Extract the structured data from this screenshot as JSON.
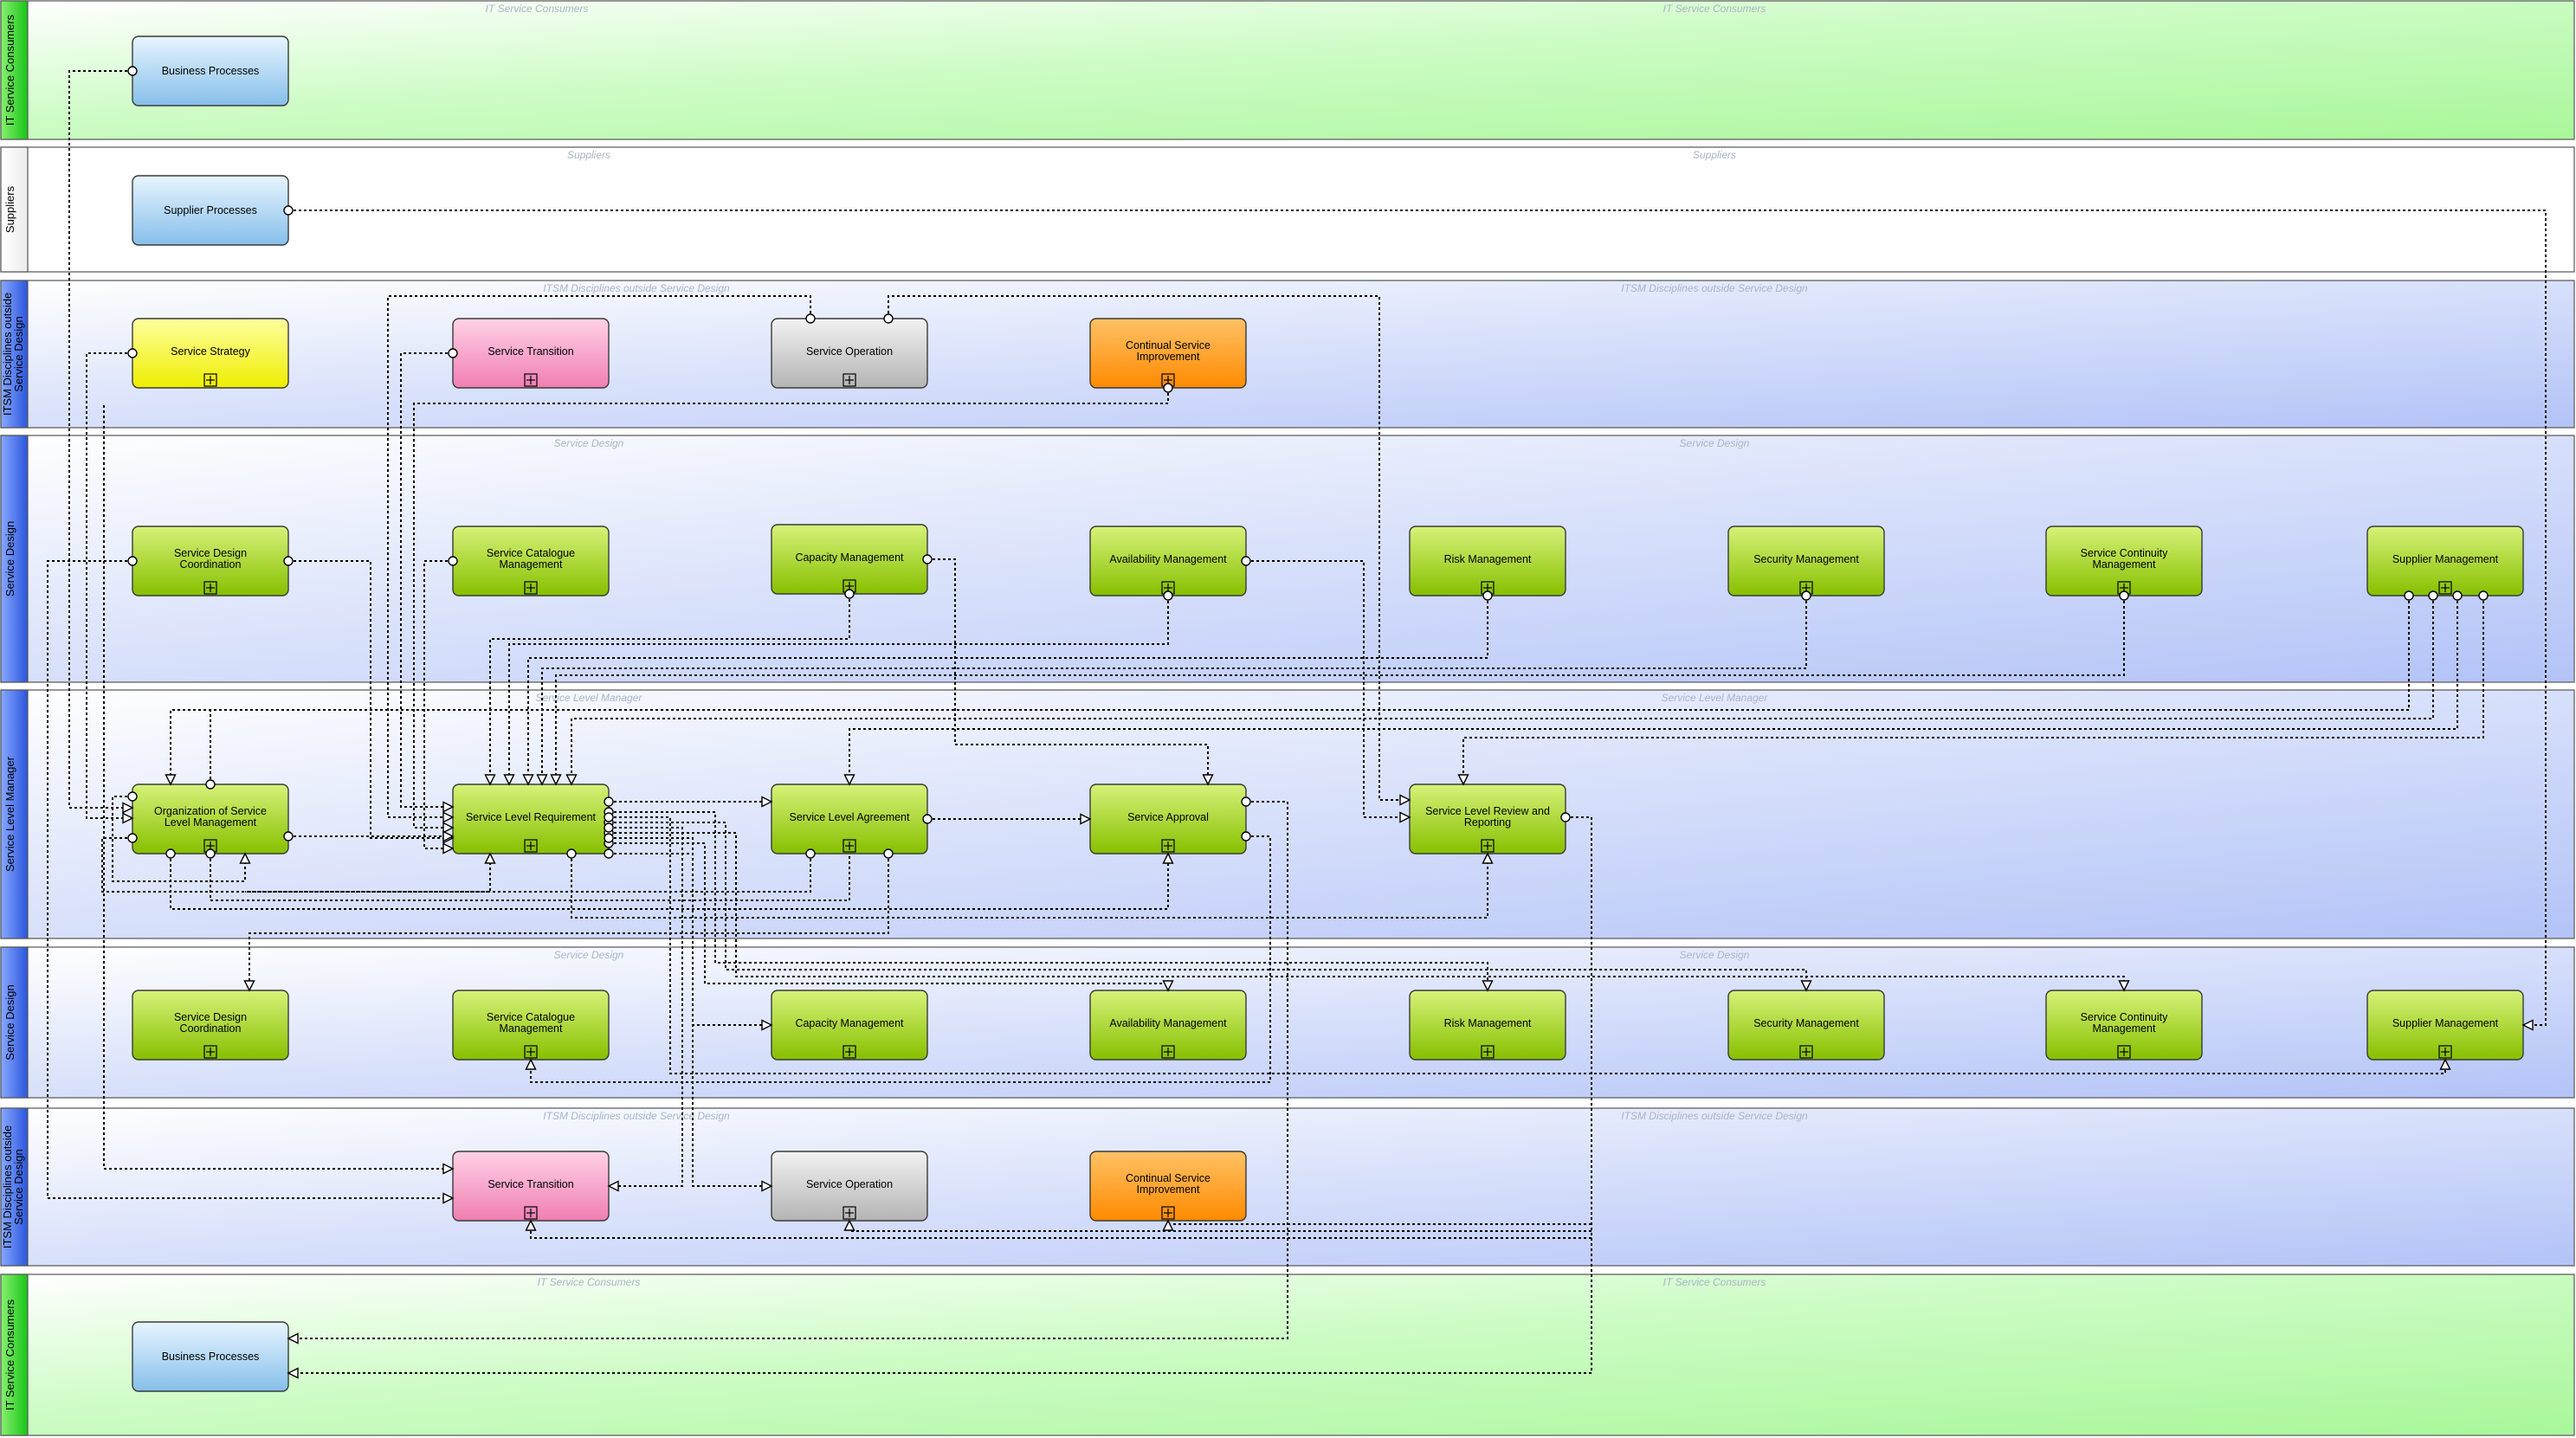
{
  "colors": {
    "green_lane": "#a9f79a",
    "white_lane": "#ffffff",
    "blue_lane": "#b3c3f7",
    "green_tab": "#22cc22",
    "blue_tab": "#3366ee",
    "blue_box": "#aad4f2",
    "yellow_box": "#ffff33",
    "pink_box": "#f69dc4",
    "gray_box": "#c8c8c8",
    "orange_box": "#ff9a1a",
    "lime_box": "#99cc22"
  },
  "lanes": [
    {
      "id": "consumers-top",
      "title": "IT Service Consumers",
      "watermark": "IT Service Consumers",
      "style": "green"
    },
    {
      "id": "suppliers",
      "title": "Suppliers",
      "watermark": "Suppliers",
      "style": "white"
    },
    {
      "id": "itsm-top",
      "title": "ITSM Disciplines outside Service Design",
      "watermark": "ITSM Disciplines outside Service Design",
      "style": "blue"
    },
    {
      "id": "sd-top",
      "title": "Service Design",
      "watermark": "Service Design",
      "style": "blue"
    },
    {
      "id": "slm",
      "title": "Service Level Manager",
      "watermark": "Service Level Manager",
      "style": "blue"
    },
    {
      "id": "sd-bottom",
      "title": "Service Design",
      "watermark": "Service Design",
      "style": "blue"
    },
    {
      "id": "itsm-bottom",
      "title": "ITSM Disciplines outside Service Design",
      "watermark": "ITSM Disciplines outside Service Design",
      "style": "blue"
    },
    {
      "id": "consumers-bottom",
      "title": "IT Service Consumers",
      "watermark": "IT Service Consumers",
      "style": "green"
    }
  ],
  "boxes": [
    {
      "id": "bp-top",
      "label": "Business Processes",
      "style": "blue",
      "sub": false
    },
    {
      "id": "sp",
      "label": "Supplier Processes",
      "style": "blue",
      "sub": false
    },
    {
      "id": "strategy",
      "label": "Service Strategy",
      "style": "yellow",
      "sub": true
    },
    {
      "id": "transition-top",
      "label": "Service Transition",
      "style": "pink",
      "sub": true
    },
    {
      "id": "operation-top",
      "label": "Service Operation",
      "style": "gray",
      "sub": true
    },
    {
      "id": "csi-top",
      "label": "Continual Service Improvement",
      "style": "orange",
      "sub": true
    },
    {
      "id": "sdc-top",
      "label": "Service Design Coordination",
      "style": "lime",
      "sub": true
    },
    {
      "id": "scm-top",
      "label": "Service Catalogue Management",
      "style": "lime",
      "sub": true
    },
    {
      "id": "cap-top",
      "label": "Capacity Management",
      "style": "lime",
      "sub": true
    },
    {
      "id": "avail-top",
      "label": "Availability Management",
      "style": "lime",
      "sub": true
    },
    {
      "id": "risk-top",
      "label": "Risk Management",
      "style": "lime",
      "sub": true
    },
    {
      "id": "sec-top",
      "label": "Security Management",
      "style": "lime",
      "sub": true
    },
    {
      "id": "cont-top",
      "label": "Service Continuity Management",
      "style": "lime",
      "sub": true
    },
    {
      "id": "supm-top",
      "label": "Supplier Management",
      "style": "lime",
      "sub": true
    },
    {
      "id": "org",
      "label": "Organization of Service Level Management",
      "style": "lime",
      "sub": true
    },
    {
      "id": "slr",
      "label": "Service Level Requirement",
      "style": "lime",
      "sub": true
    },
    {
      "id": "sla",
      "label": "Service Level Agreement",
      "style": "lime",
      "sub": true
    },
    {
      "id": "approval",
      "label": "Service Approval",
      "style": "lime",
      "sub": true
    },
    {
      "id": "review",
      "label": "Service Level Review and Reporting",
      "style": "lime",
      "sub": true
    },
    {
      "id": "sdc-bot",
      "label": "Service Design Coordination",
      "style": "lime",
      "sub": true
    },
    {
      "id": "scm-bot",
      "label": "Service Catalogue Management",
      "style": "lime",
      "sub": true
    },
    {
      "id": "cap-bot",
      "label": "Capacity Management",
      "style": "lime",
      "sub": true
    },
    {
      "id": "avail-bot",
      "label": "Availability Management",
      "style": "lime",
      "sub": true
    },
    {
      "id": "risk-bot",
      "label": "Risk Management",
      "style": "lime",
      "sub": true
    },
    {
      "id": "sec-bot",
      "label": "Security Management",
      "style": "lime",
      "sub": true
    },
    {
      "id": "cont-bot",
      "label": "Service Continuity Management",
      "style": "lime",
      "sub": true
    },
    {
      "id": "supm-bot",
      "label": "Supplier Management",
      "style": "lime",
      "sub": true
    },
    {
      "id": "transition-bot",
      "label": "Service Transition",
      "style": "pink",
      "sub": true
    },
    {
      "id": "operation-bot",
      "label": "Service Operation",
      "style": "gray",
      "sub": true
    },
    {
      "id": "csi-bot",
      "label": "Continual Service Improvement",
      "style": "orange",
      "sub": true
    },
    {
      "id": "bp-bot",
      "label": "Business Processes",
      "style": "blue",
      "sub": false
    }
  ]
}
